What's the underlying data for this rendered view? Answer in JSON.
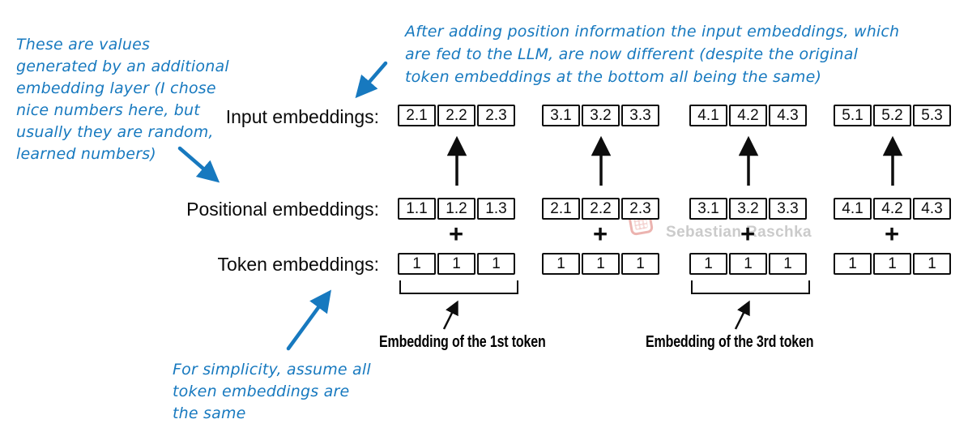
{
  "annotations": {
    "generator_note": {
      "lines": [
        "These are values",
        "generated by an additional",
        "embedding layer (I chose",
        "nice numbers here, but",
        "usually they are random,",
        "learned numbers)"
      ]
    },
    "input_note": {
      "lines": [
        "After adding position information the input embeddings, which",
        "are fed to the LLM, are now different (despite the original",
        "token embeddings at the bottom all being the same)"
      ]
    },
    "simplicity_note": {
      "lines": [
        "For simplicity, assume all",
        "token embeddings are",
        "the same"
      ]
    }
  },
  "rows": {
    "input": {
      "label": "Input embeddings:",
      "groups": [
        [
          "2.1",
          "2.2",
          "2.3"
        ],
        [
          "3.1",
          "3.2",
          "3.3"
        ],
        [
          "4.1",
          "4.2",
          "4.3"
        ],
        [
          "5.1",
          "5.2",
          "5.3"
        ]
      ]
    },
    "positional": {
      "label": "Positional embeddings:",
      "groups": [
        [
          "1.1",
          "1.2",
          "1.3"
        ],
        [
          "2.1",
          "2.2",
          "2.3"
        ],
        [
          "3.1",
          "3.2",
          "3.3"
        ],
        [
          "4.1",
          "4.2",
          "4.3"
        ]
      ]
    },
    "token": {
      "label": "Token embeddings:",
      "groups": [
        [
          "1",
          "1",
          "1"
        ],
        [
          "1",
          "1",
          "1"
        ],
        [
          "1",
          "1",
          "1"
        ],
        [
          "1",
          "1",
          "1"
        ]
      ]
    }
  },
  "operators": {
    "plus": "+"
  },
  "bracket_labels": {
    "first_token": "Embedding of the 1st token",
    "third_token": "Embedding of the 3rd token"
  },
  "watermark": {
    "name": "Sebastian Raschka"
  },
  "colors": {
    "annotation_blue": "#1779bf",
    "diagram_black": "#0d0d0d",
    "watermark_gray": "#cbcbcb",
    "watermark_pink": "#ecb4b0"
  }
}
